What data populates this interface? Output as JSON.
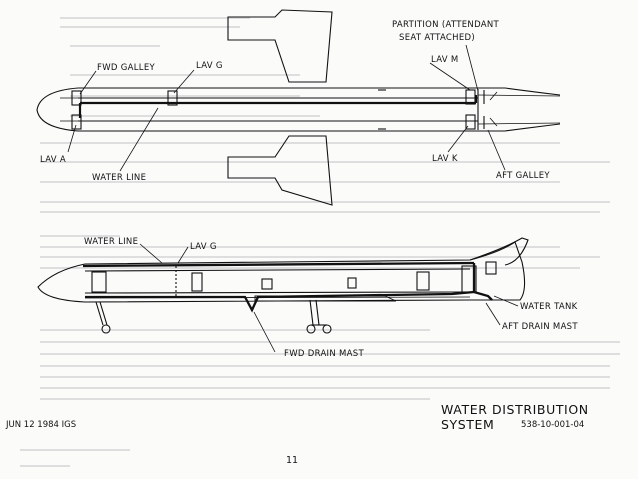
{
  "top_view_labels": {
    "partition": "PARTITION (ATTENDANT",
    "partition_line2": "SEAT ATTACHED)",
    "fwd_galley": "FWD GALLEY",
    "lav_g": "LAV G",
    "lav_m": "LAV M",
    "lav_a": "LAV A",
    "water_line": "WATER LINE",
    "lav_k": "LAV K",
    "aft_galley": "AFT GALLEY"
  },
  "side_view_labels": {
    "water_line": "WATER LINE",
    "lav_g": "LAV G",
    "water_tank": "WATER TANK",
    "aft_drain_mast": "AFT DRAIN MAST",
    "fwd_drain_mast": "FWD DRAIN MAST"
  },
  "footer": {
    "title": "WATER DISTRIBUTION SYSTEM",
    "doc_number": "538-10-001-04",
    "date": "JUN 12 1984  IGS",
    "page_number": "11"
  },
  "colors": {
    "ink": "#111111",
    "bleed_through": "#c9c9c9",
    "paper": "#fbfbfa"
  }
}
